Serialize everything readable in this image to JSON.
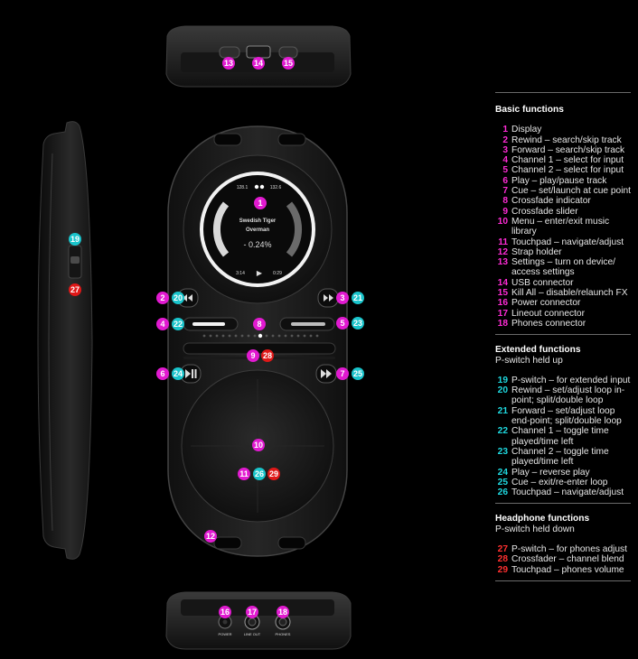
{
  "colors": {
    "background": "#000000",
    "magenta": "#e11ad0",
    "cyan": "#19c4cb",
    "red": "#e01818",
    "body": "#1c1c1c"
  },
  "device_screen": {
    "bpm_left": "128.1",
    "bpm_right": "132.6",
    "deck_number": "1",
    "track_artist": "Swedish Tiger",
    "track_title": "Overman",
    "pitch": "- 0.24%",
    "time_elapsed": "3:14",
    "time_remaining": "0:29",
    "play_symbol": "▶"
  },
  "port_labels": {
    "power": "POWER",
    "line_out": "LINE OUT",
    "phones": "PHONES"
  },
  "badges": [
    {
      "n": "1",
      "color": "magenta"
    },
    {
      "n": "2",
      "color": "magenta"
    },
    {
      "n": "3",
      "color": "magenta"
    },
    {
      "n": "4",
      "color": "magenta"
    },
    {
      "n": "5",
      "color": "magenta"
    },
    {
      "n": "6",
      "color": "magenta"
    },
    {
      "n": "7",
      "color": "magenta"
    },
    {
      "n": "8",
      "color": "magenta"
    },
    {
      "n": "9",
      "color": "magenta"
    },
    {
      "n": "10",
      "color": "magenta"
    },
    {
      "n": "11",
      "color": "magenta"
    },
    {
      "n": "12",
      "color": "magenta"
    },
    {
      "n": "13",
      "color": "magenta"
    },
    {
      "n": "14",
      "color": "magenta"
    },
    {
      "n": "15",
      "color": "magenta"
    },
    {
      "n": "16",
      "color": "magenta"
    },
    {
      "n": "17",
      "color": "magenta"
    },
    {
      "n": "18",
      "color": "magenta"
    },
    {
      "n": "19",
      "color": "cyan"
    },
    {
      "n": "20",
      "color": "cyan"
    },
    {
      "n": "21",
      "color": "cyan"
    },
    {
      "n": "22",
      "color": "cyan"
    },
    {
      "n": "23",
      "color": "cyan"
    },
    {
      "n": "24",
      "color": "cyan"
    },
    {
      "n": "25",
      "color": "cyan"
    },
    {
      "n": "26",
      "color": "cyan"
    },
    {
      "n": "27",
      "color": "red"
    },
    {
      "n": "28",
      "color": "red"
    },
    {
      "n": "29",
      "color": "red"
    }
  ],
  "legend": {
    "basic": {
      "title": "Basic functions",
      "items": [
        {
          "n": "1",
          "text": "Display"
        },
        {
          "n": "2",
          "text": "Rewind – search/skip track"
        },
        {
          "n": "3",
          "text": "Forward – search/skip track"
        },
        {
          "n": "4",
          "text": "Channel 1 – select for input"
        },
        {
          "n": "5",
          "text": "Channel 2 – select for input"
        },
        {
          "n": "6",
          "text": "Play – play/pause track"
        },
        {
          "n": "7",
          "text": "Cue – set/launch at cue point"
        },
        {
          "n": "8",
          "text": "Crossfade indicator"
        },
        {
          "n": "9",
          "text": "Crossfade slider"
        },
        {
          "n": "10",
          "text": "Menu – enter/exit music library"
        },
        {
          "n": "11",
          "text": "Touchpad – navigate/adjust"
        },
        {
          "n": "12",
          "text": "Strap holder"
        },
        {
          "n": "13",
          "text": "Settings – turn on device/ access settings"
        },
        {
          "n": "14",
          "text": "USB connector"
        },
        {
          "n": "15",
          "text": "Kill All – disable/relaunch FX"
        },
        {
          "n": "16",
          "text": "Power connector"
        },
        {
          "n": "17",
          "text": "Lineout connector"
        },
        {
          "n": "18",
          "text": "Phones connector"
        }
      ]
    },
    "extended": {
      "title": "Extended functions",
      "subtitle": "P-switch held up",
      "items": [
        {
          "n": "19",
          "text": "P-switch – for extended input"
        },
        {
          "n": "20",
          "text": "Rewind – set/adjust loop in-point; split/double loop"
        },
        {
          "n": "21",
          "text": "Forward – set/adjust loop end-point; split/double loop"
        },
        {
          "n": "22",
          "text": "Channel 1 – toggle time played/time left"
        },
        {
          "n": "23",
          "text": "Channel 2 – toggle time played/time left"
        },
        {
          "n": "24",
          "text": "Play – reverse play"
        },
        {
          "n": "25",
          "text": "Cue – exit/re-enter loop"
        },
        {
          "n": "26",
          "text": "Touchpad – navigate/adjust"
        }
      ]
    },
    "headphone": {
      "title": "Headphone functions",
      "subtitle": "P-switch held down",
      "items": [
        {
          "n": "27",
          "text": "P-switch – for phones adjust"
        },
        {
          "n": "28",
          "text": "Crossfader – channel blend"
        },
        {
          "n": "29",
          "text": "Touchpad – phones volume"
        }
      ]
    }
  }
}
